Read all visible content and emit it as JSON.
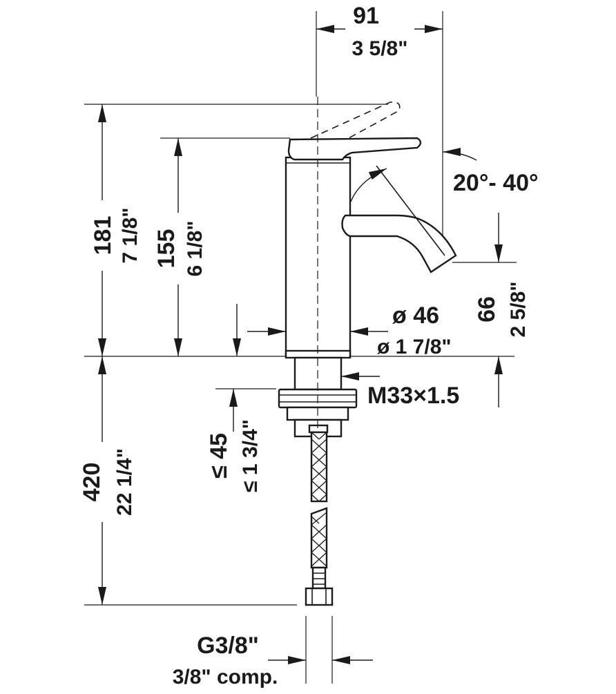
{
  "dimensions": {
    "top_width_mm": "91",
    "top_width_in": "3 5/8\"",
    "lever_angle": "20°- 40°",
    "total_height_mm": "181",
    "total_height_in": "7 1/8\"",
    "body_height_mm": "155",
    "body_height_in": "6 1/8\"",
    "body_diameter_mm": "ø 46",
    "body_diameter_in": "ø 1 7/8\"",
    "spout_height_mm": "66",
    "spout_height_in": "2 5/8\"",
    "thread": "M33×1.5",
    "max_counter_mm": "≤ 45",
    "max_counter_in": "≤ 1 3/4\"",
    "hose_length_mm": "420",
    "hose_length_in": "22 1/4\"",
    "connection": "G3/8\"",
    "connection_comp": "3/8\" comp."
  }
}
